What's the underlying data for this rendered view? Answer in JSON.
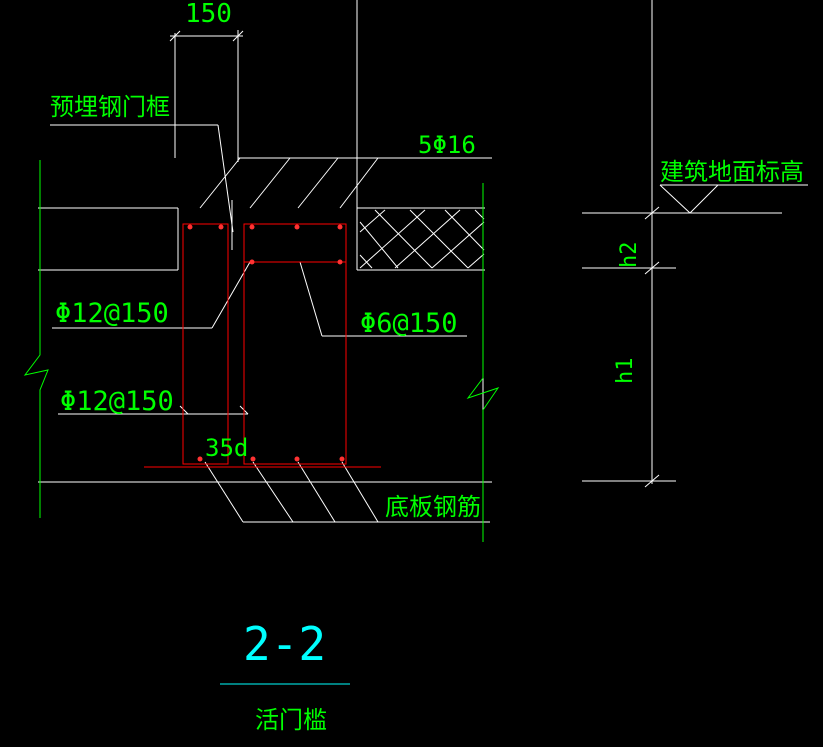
{
  "labels": {
    "dim_top": "150",
    "embedded_frame": "预埋钢门框",
    "top_bars": "5Φ16",
    "floor_elevation": "建筑地面标高",
    "stirrup_left": "Φ12@150",
    "stirrup_mid": "Φ6@150",
    "bar_lower": "Φ12@150",
    "anchorage": "35d",
    "bottom_slab": "底板钢筋",
    "h2": "h2",
    "h1": "h1",
    "section_id": "2-2",
    "section_title": "活门槛"
  },
  "colors": {
    "background": "#000000",
    "line_white": "#ffffff",
    "line_green": "#00ff00",
    "rebar_red": "#ff0000",
    "section_cyan": "#00ffff"
  }
}
